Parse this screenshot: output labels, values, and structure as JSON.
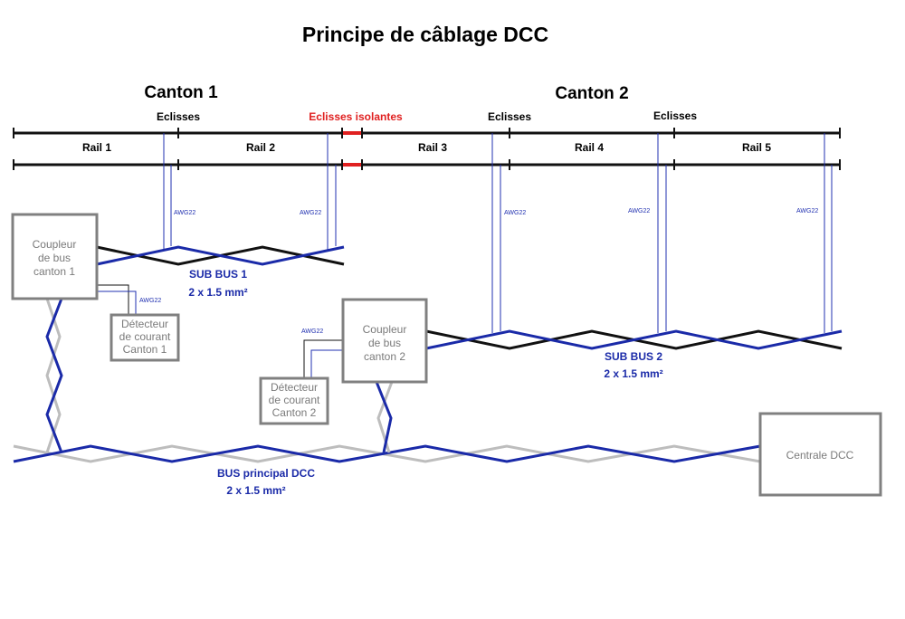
{
  "title": "Principe de câblage DCC",
  "cantons": [
    "Canton 1",
    "Canton 2"
  ],
  "eclisses_label": "Eclisses",
  "eclisses_isolantes_label": "Eclisses isolantes",
  "rails": [
    "Rail 1",
    "Rail 2",
    "Rail 3",
    "Rail 4",
    "Rail 5"
  ],
  "wire_gauge": "AWG22",
  "sub_bus_1": {
    "name": "SUB BUS 1",
    "section": "2 x 1.5 mm²"
  },
  "sub_bus_2": {
    "name": "SUB BUS 2",
    "section": "2 x 1.5 mm²"
  },
  "main_bus": {
    "name": "BUS principal DCC",
    "section": "2 x 1.5 mm²"
  },
  "boxes": {
    "coupleur_1": [
      "Coupleur",
      "de bus",
      "canton 1"
    ],
    "coupleur_2": [
      "Coupleur",
      "de bus",
      "canton 2"
    ],
    "detecteur_1": [
      "Détecteur",
      "de courant",
      "Canton 1"
    ],
    "detecteur_2": [
      "Détecteur",
      "de courant",
      "Canton 2"
    ],
    "centrale": [
      "Centrale DCC"
    ]
  },
  "colors": {
    "blue_wire": "#1a2aa8",
    "black_wire": "#111111",
    "grey_wire": "#bdbdbd",
    "insulator": "#e02020",
    "box_border": "#808080"
  }
}
